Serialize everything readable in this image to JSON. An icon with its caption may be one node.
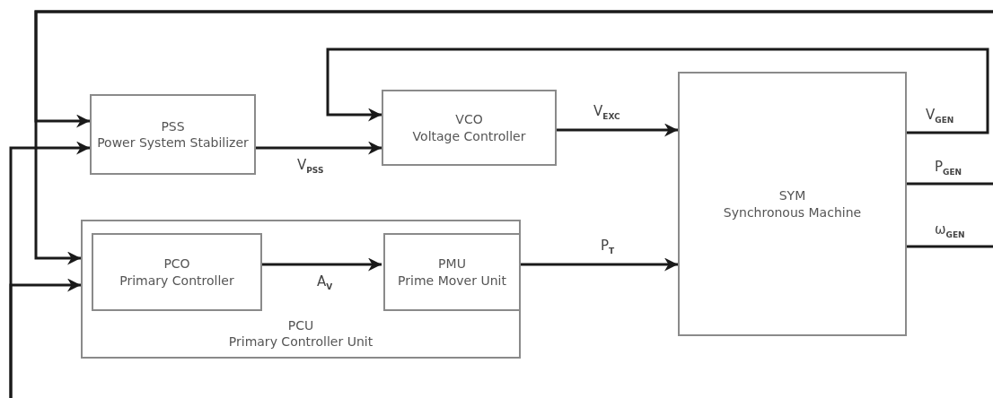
{
  "diagram": {
    "nodes": [
      {
        "text": [
          "PSS",
          "Power System Stabilizer"
        ]
      },
      {
        "text": [
          "VCO",
          "Voltage Controller"
        ]
      },
      {
        "text": [
          "SYM",
          "Synchronous Machine"
        ]
      },
      {
        "text": [
          "PCU",
          "Primary Controller Unit"
        ]
      },
      {
        "text": [
          "PCO",
          "Primary Controller"
        ],
        "in": 3
      },
      {
        "text": [
          "PMU",
          "Prime Mover Unit"
        ],
        "in": 3
      }
    ],
    "edges": [
      {
        "from": 0,
        "to": 1,
        "arrow": "to",
        "label": "V$_{PSS}$"
      },
      {
        "from": 1,
        "to": 2,
        "arrow": "to",
        "label": "V$_{EXC}$"
      },
      {
        "from": 2,
        "to": 1,
        "arrow": "to",
        "label": "V$_{GEN}$"
      },
      {
        "from": 4,
        "to": 5,
        "arrow": "to",
        "label": "A$_{V}$"
      },
      {
        "from": 5,
        "to": 2,
        "arrow": "to",
        "label": "P$_{T}$"
      },
      {
        "from": 2,
        "to": null,
        "arrow": "none",
        "label": "P$_{GEN}$"
      },
      {
        "from": 2,
        "to": null,
        "arrow": "none",
        "label": "ω$_{GEN}$"
      },
      {
        "from": null,
        "to": 0,
        "arrow": "to"
      },
      {
        "from": null,
        "to": 3,
        "arrow": "to"
      },
      {
        "from": null,
        "to": 0,
        "arrow": "to"
      },
      {
        "from": null,
        "to": 3,
        "arrow": "to"
      }
    ]
  }
}
